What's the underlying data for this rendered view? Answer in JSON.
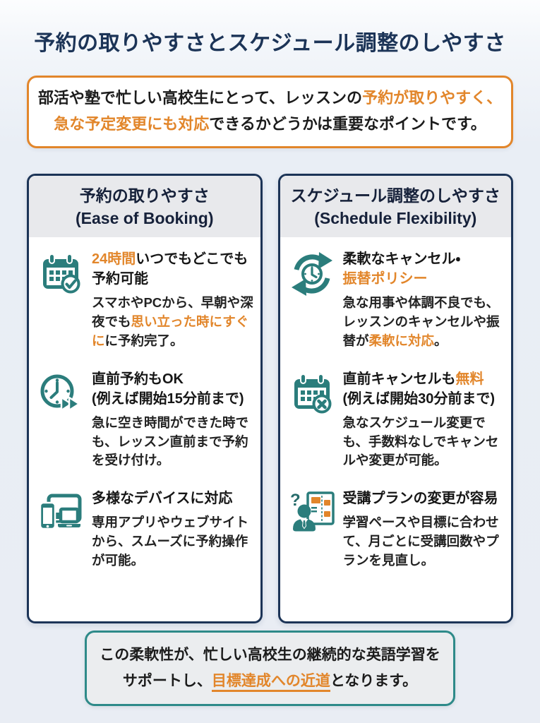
{
  "page": {
    "title": "予約の取りやすさとスケジュール調整のしやすさ"
  },
  "colors": {
    "navy": "#1c3457",
    "teal": "#2b7d7c",
    "orange": "#e2862b"
  },
  "intro": {
    "segments": [
      {
        "t": "部活や塾で忙しい高校生にとって、レッスンの"
      },
      {
        "t": "予約が取りやすく、",
        "s": "em"
      },
      {
        "t": "\n"
      },
      {
        "t": "急な予定変更にも対応",
        "s": "em"
      },
      {
        "t": "できるかどうかは重要なポイントです。"
      }
    ]
  },
  "cards": [
    {
      "title_ja": "予約の取りやすさ",
      "title_en": "(Ease of Booking)",
      "items": [
        {
          "icon": "calendar-check-icon",
          "title": [
            {
              "t": "24時間",
              "s": "em"
            },
            {
              "t": "いつでもどこでも予約可能"
            }
          ],
          "desc": [
            {
              "t": "スマホやPCから、早朝や深夜でも"
            },
            {
              "t": "思い立った時にすぐに",
              "s": "em"
            },
            {
              "t": "に予約完了。"
            }
          ]
        },
        {
          "icon": "clock-fast-forward-icon",
          "title": [
            {
              "t": "直前予約もOK\n(例えば開始15分前まで)"
            }
          ],
          "desc": [
            {
              "t": "急に空き時間ができた時でも、レッスン直前まで予約を受け付け。"
            }
          ]
        },
        {
          "icon": "devices-icon",
          "title": [
            {
              "t": "多様なデバイスに対応"
            }
          ],
          "desc": [
            {
              "t": "専用アプリやウェブサイトから、スムーズに予約操作が可能。"
            }
          ]
        }
      ]
    },
    {
      "title_ja": "スケジュール調整のしやすさ",
      "title_en": "(Schedule Flexibility)",
      "items": [
        {
          "icon": "refresh-clock-icon",
          "title": [
            {
              "t": "柔軟なキャンセル・\n"
            },
            {
              "t": "振替ポリシー",
              "s": "em"
            }
          ],
          "desc": [
            {
              "t": "急な用事や体調不良でも、レッスンのキャンセルや振替が"
            },
            {
              "t": "柔軟に対応",
              "s": "em"
            },
            {
              "t": "。"
            }
          ]
        },
        {
          "icon": "calendar-cancel-icon",
          "title": [
            {
              "t": "直前キャンセルも"
            },
            {
              "t": "無料",
              "s": "em"
            },
            {
              "t": "\n(例えば開始30分前まで)"
            }
          ],
          "desc": [
            {
              "t": "急なスケジュール変更でも、手数料なしでキャンセルや変更が可能。"
            }
          ]
        },
        {
          "icon": "plan-change-icon",
          "title": [
            {
              "t": "受講プランの変更が容易"
            }
          ],
          "desc": [
            {
              "t": "学習ペースや目標に合わせて、月ごとに受講回数やプランを見直し。"
            }
          ]
        }
      ]
    }
  ],
  "footer": {
    "segments": [
      {
        "t": "この柔軟性が、忙しい高校生の継続的な英語学習を\nサポートし、"
      },
      {
        "t": "目標達成への近道",
        "s": "emu"
      },
      {
        "t": "となります。"
      }
    ]
  }
}
